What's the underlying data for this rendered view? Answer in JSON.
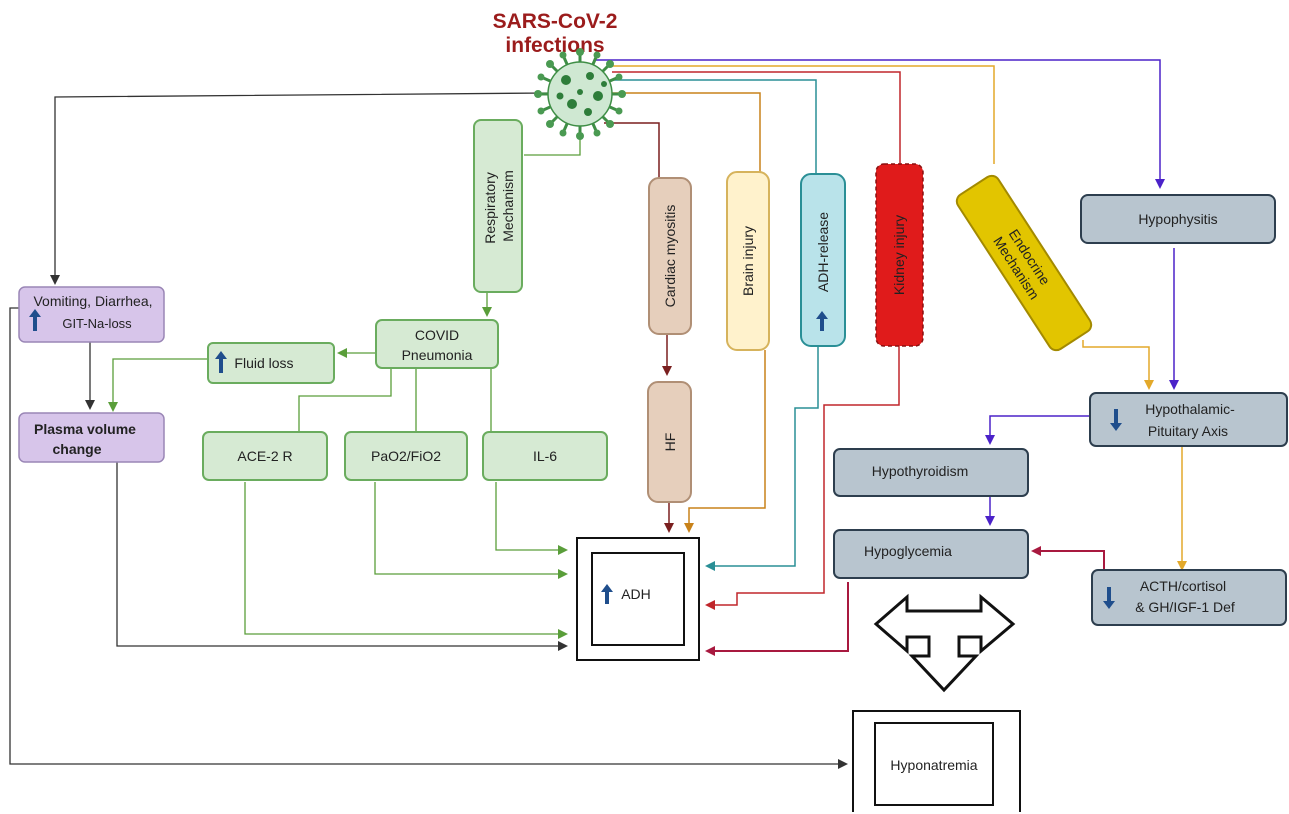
{
  "title": {
    "line1": "SARS-CoV-2",
    "line2": "infections"
  },
  "nodes": {
    "respiratory": {
      "line1": "Respiratory",
      "line2": "Mechanism"
    },
    "cardiac": "Cardiac myositis",
    "brain": "Brain injury",
    "adh_release": "ADH-release",
    "kidney": "Kidney injury",
    "endocrine": {
      "line1": "Endocrine",
      "line2": "Mechanism"
    },
    "hypophysitis": "Hypophysitis",
    "vomiting": {
      "line1": "Vomiting, Diarrhea,",
      "line2": "GIT-Na-loss"
    },
    "covid_pneumonia": {
      "line1": "COVID",
      "line2": "Pneumonia"
    },
    "fluid_loss": "Fluid loss",
    "plasma": {
      "line1": "Plasma volume",
      "line2": "change"
    },
    "ace2": "ACE-2 R",
    "pao2": "PaO2/FiO2",
    "il6": "IL-6",
    "hf": "HF",
    "adh": "ADH",
    "hpa": {
      "line1": "Hypothalamic-",
      "line2": "Pituitary Axis"
    },
    "hypothyroidism": "Hypothyroidism",
    "hypoglycemia": "Hypoglycemia",
    "acth": {
      "line1": "ACTH/cortisol",
      "line2": "& GH/IGF-1 Def"
    },
    "hyponatremia": "Hyponatremia"
  },
  "colors": {
    "title": "#9b1c1c",
    "green_box": "#d6ead3",
    "green_border": "#6aac5e",
    "purple_box": "#d7c5ea",
    "tan_box": "#e6cfbc",
    "yellow_box": "#fff2cc",
    "teal_box": "#b9e3ea",
    "red_box": "#e01b1b",
    "gold_box": "#e2c500",
    "slate_box": "#b8c5cf",
    "arrow_blue": "#1f4e8c"
  }
}
